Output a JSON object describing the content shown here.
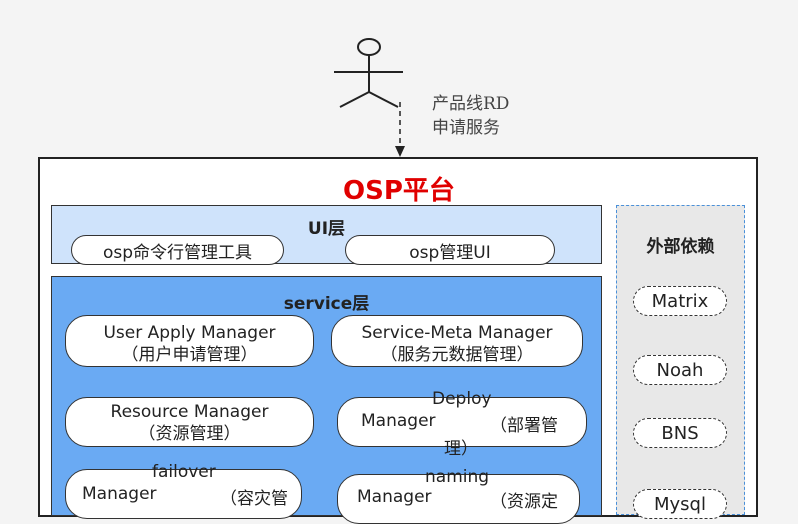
{
  "actor": {
    "label_line1": "产品线RD",
    "label_line2": "申请服务"
  },
  "platform": {
    "title": "OSP平台"
  },
  "ui_layer": {
    "title": "UI层",
    "items": [
      "osp命令行管理工具",
      "osp管理UI"
    ]
  },
  "service_layer": {
    "title": "service层",
    "managers": [
      {
        "line1": "User Apply Manager",
        "line2": "（用户申请管理）"
      },
      {
        "line1": "Service-Meta Manager",
        "line2": "（服务元数据管理）"
      },
      {
        "line1": "Resource Manager",
        "line2": "（资源管理）"
      }
    ],
    "deploy_manager": {
      "word_top": "Deploy",
      "word_main": "Manager",
      "note": "（部署管",
      "note_end": "理）"
    },
    "failover_manager": {
      "word_top": "failover",
      "word_main": "Manager",
      "note": "（容灾管"
    },
    "naming_manager": {
      "word_top": "naming",
      "word_main": "Manager",
      "note": "（资源定"
    }
  },
  "external": {
    "title": "外部依赖",
    "items": [
      "Matrix",
      "Noah",
      "BNS",
      "Mysql"
    ]
  },
  "colors": {
    "title_red": "#e00000",
    "ui_layer_bg": "#cfe3fb",
    "service_layer_bg": "#6aaaf3",
    "external_border": "#4a90d9"
  }
}
